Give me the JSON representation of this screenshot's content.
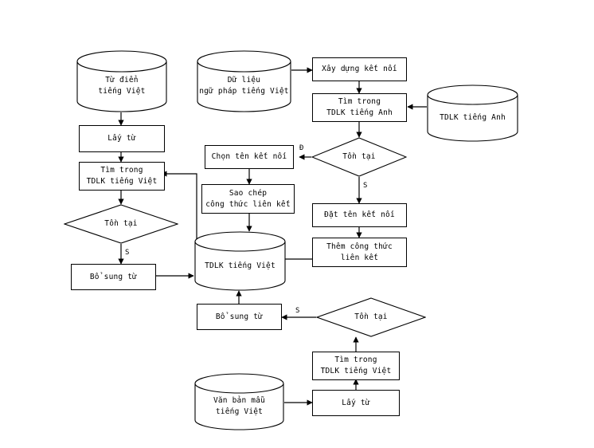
{
  "diagram": {
    "title": "Quy trinh xay dung tu dien lien ket tieng Viet",
    "stroke_color": "#000000",
    "background_color": "#ffffff",
    "nodes": [
      {
        "id": "tu-dien-tieng-viet",
        "shape": "cylinder",
        "label": "Từ điển\ntiếng Việt"
      },
      {
        "id": "du-lieu-ngu-phap",
        "shape": "cylinder",
        "label": "Dữ liệu\nngữ pháp tiếng Việt"
      },
      {
        "id": "xay-dung-ket-noi",
        "shape": "process",
        "label": "Xây dựng kết nối"
      },
      {
        "id": "tim-trong-tdlk-tieng-anh",
        "shape": "process",
        "label": "Tìm trong\nTDLK tiếng Anh"
      },
      {
        "id": "tdlk-tieng-anh",
        "shape": "cylinder",
        "label": "TDLK tiếng Anh"
      },
      {
        "id": "ton-tai-anh",
        "shape": "decision",
        "label": "Tồn tại"
      },
      {
        "id": "chon-ten-ket-noi",
        "shape": "process",
        "label": "Chọn tên kết nối"
      },
      {
        "id": "sao-chep-cong-thuc",
        "shape": "process",
        "label": "Sao chép\ncông thức liên kết"
      },
      {
        "id": "dat-ten-ket-noi",
        "shape": "process",
        "label": "Đặt tên kết nối"
      },
      {
        "id": "them-cong-thuc",
        "shape": "process",
        "label": "Thêm công thức\nliên kết"
      },
      {
        "id": "lay-tu-tren",
        "shape": "process",
        "label": "Lấy từ"
      },
      {
        "id": "tim-trong-tdlk-tieng-viet-tren",
        "shape": "process",
        "label": "Tìm trong\nTDLK tiếng Việt"
      },
      {
        "id": "ton-tai-trai",
        "shape": "decision",
        "label": "Tồn tại"
      },
      {
        "id": "bo-sung-tu-trai",
        "shape": "process",
        "label": "Bổ sung từ"
      },
      {
        "id": "tdlk-tieng-viet",
        "shape": "cylinder",
        "label": "TDLK tiếng Việt"
      },
      {
        "id": "bo-sung-tu-duoi",
        "shape": "process",
        "label": "Bổ sung từ"
      },
      {
        "id": "ton-tai-duoi",
        "shape": "decision",
        "label": "Tồn tại"
      },
      {
        "id": "tim-trong-tdlk-tieng-viet-duoi",
        "shape": "process",
        "label": "Tìm trong\nTDLK tiếng Việt"
      },
      {
        "id": "lay-tu-duoi",
        "shape": "process",
        "label": "Lấy từ"
      },
      {
        "id": "van-ban-mau",
        "shape": "cylinder",
        "label": "Văn bản mẫu\ntiếng Việt"
      }
    ],
    "edge_labels": [
      {
        "id": "nhanh-dung-anh",
        "text": "Đ"
      },
      {
        "id": "nhanh-sai-anh",
        "text": "S"
      },
      {
        "id": "nhanh-sai-trai",
        "text": "S"
      },
      {
        "id": "nhanh-sai-duoi",
        "text": "S"
      }
    ]
  }
}
